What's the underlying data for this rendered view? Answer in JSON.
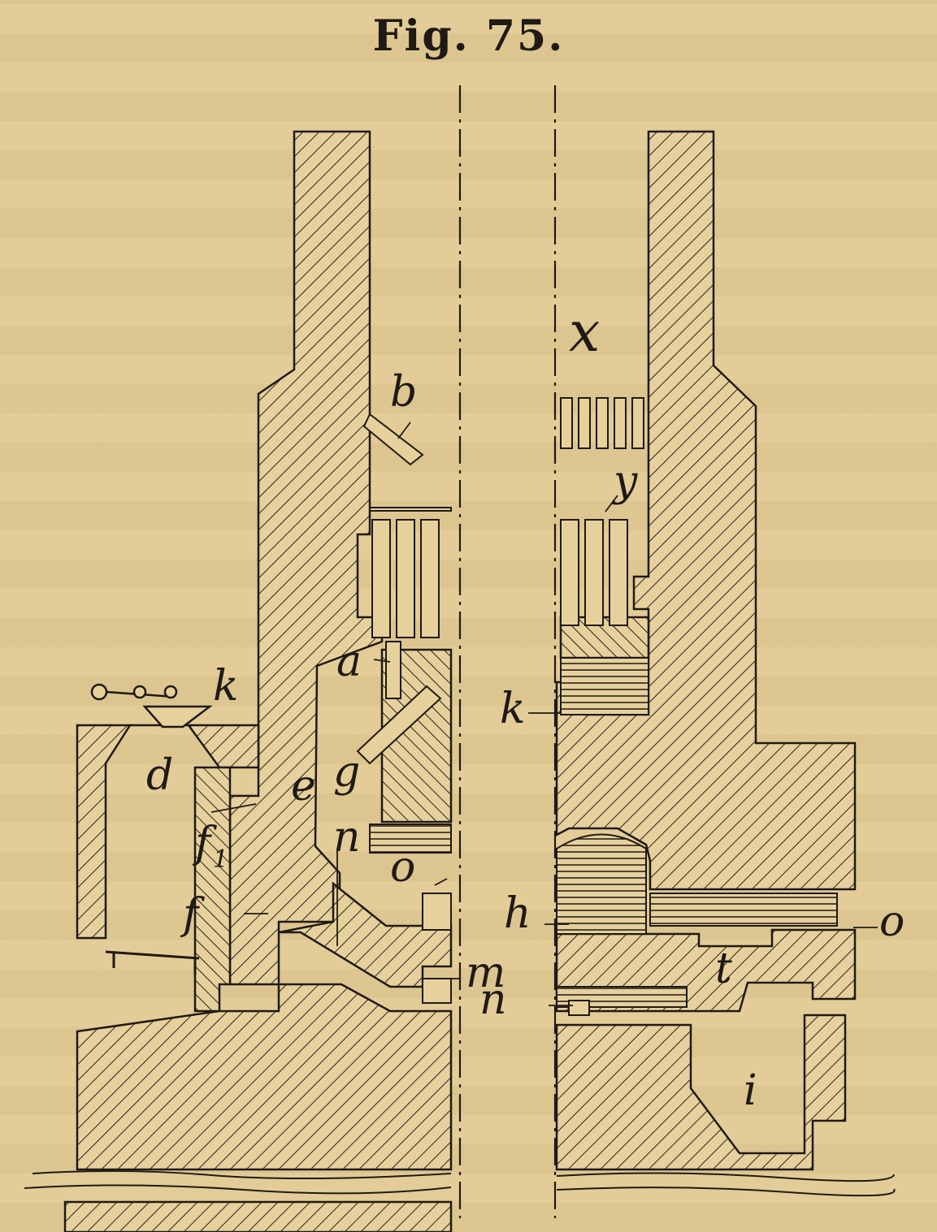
{
  "figure": {
    "title": "Fig. 75.",
    "labels": {
      "x": "x",
      "b": "b",
      "y": "y",
      "a": "a",
      "k_left": "k",
      "k_right": "k",
      "d": "d",
      "e": "e",
      "g": "g",
      "f1": "f",
      "f1_sub": "1",
      "f": "f",
      "n_upper": "n",
      "o": "o",
      "h": "h",
      "m": "m",
      "n_lower": "n",
      "o_right": "o",
      "t": "t",
      "i": "i"
    }
  },
  "colors": {
    "paper": "#e3cc97",
    "ink": "#1f1a14"
  }
}
